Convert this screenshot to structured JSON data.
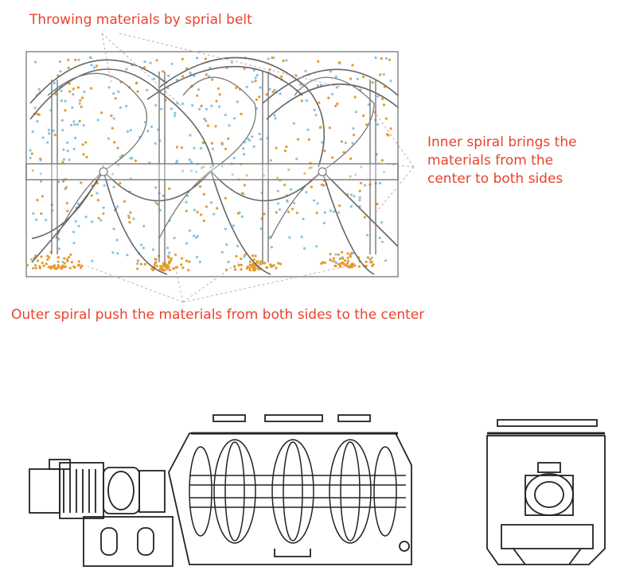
{
  "labels": {
    "throwing": "Throwing materials by sprial belt",
    "inner_lines": [
      "Inner spiral brings the",
      "materials from the",
      "center to both sides"
    ],
    "outer": "Outer spiral push the materials from both sides to the center"
  },
  "colors": {
    "label": "#e8432c",
    "blue_particles": "#86c4e2",
    "orange_particles": "#e59a2c",
    "line": "#555555",
    "leader": "#c8a8c0"
  }
}
